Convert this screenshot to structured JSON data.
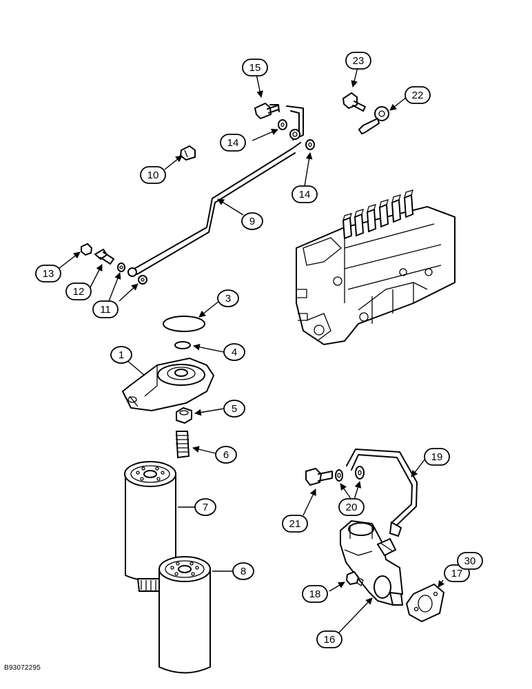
{
  "callouts": {
    "c1": "1",
    "c2": "3",
    "c3": "4",
    "c4": "5",
    "c5": "6",
    "c6": "7",
    "c7": "8",
    "c8": "9",
    "c9": "10",
    "c10": "11",
    "c11": "12",
    "c12": "13",
    "c13": "14",
    "c14": "14",
    "c15": "15",
    "c16": "16",
    "c17": "17",
    "c18": "18",
    "c19": "19",
    "c20": "20",
    "c21": "21",
    "c22": "22",
    "c23": "23",
    "c24": "30"
  },
  "footer": {
    "code": "B93072295"
  }
}
